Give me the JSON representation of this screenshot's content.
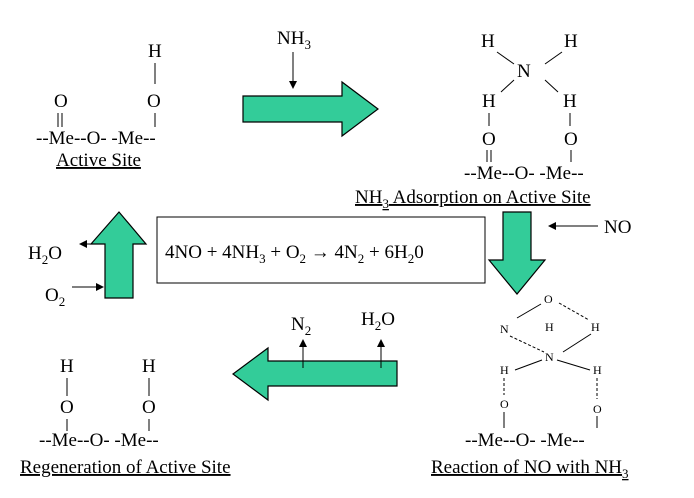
{
  "colors": {
    "arrow_fill": "#33cc99",
    "arrow_stroke": "#000000",
    "line": "#000000",
    "background": "#ffffff"
  },
  "active_site": {
    "h": "H",
    "o_double": "O",
    "o_hydroxyl": "O",
    "chain": "--Me--O- -Me--",
    "caption": "Active Site"
  },
  "adsorption": {
    "nh3_label_main": "NH",
    "nh3_label_sub": "3",
    "h_left": "H",
    "h_right": "H",
    "n": "N",
    "h_left2": "H",
    "h_right2": "H",
    "o_left": "O",
    "o_right": "O",
    "chain": "--Me--O- -Me--",
    "caption_pre": "NH",
    "caption_sub": "3",
    "caption_post": " Adsorption on Active Site"
  },
  "reaction_box": {
    "p1": "4NO + 4NH",
    "s1": "3",
    "p2": " + O",
    "s2": "2",
    "arrow": " → 4N",
    "s3": "2",
    "p3": " + 6H",
    "s4": "2",
    "p4": "0"
  },
  "inputs": {
    "no": "NO",
    "h2o_main": "H",
    "h2o_sub": "2",
    "h2o_post": "O",
    "o2_main": "O",
    "o2_sub": "2"
  },
  "outputs": {
    "n2_main": "N",
    "n2_sub": "2",
    "h2o_main": "H",
    "h2o_sub": "2",
    "h2o_post": "O"
  },
  "reaction_no": {
    "o_top": "O",
    "n_left": "N",
    "h_mid": "H",
    "h_right": "H",
    "n_center": "N",
    "h_left_low": "H",
    "h_right_low": "H",
    "o_left": "O",
    "o_right": "O",
    "chain": "--Me--O- -Me--",
    "caption_pre": "Reaction of NO with NH",
    "caption_sub": "3"
  },
  "regeneration": {
    "h_left": "H",
    "h_right": "H",
    "o_left": "O",
    "o_right": "O",
    "chain": "--Me--O- -Me--",
    "caption": "Regeneration of Active Site"
  }
}
